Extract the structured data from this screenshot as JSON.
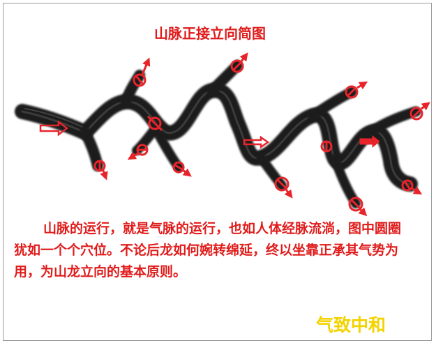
{
  "diagram": {
    "title": "山脉正接立向简图",
    "description": "山脉的运行，就是气脉的运行，也如人体经脉流淌，图中圆圈犹如一个个穴位。不论后龙如何婉转绵延，终以坐靠正承其气势为用，为山龙立向的基本原则。",
    "watermark": "气致中和",
    "colors": {
      "text": "#e01b1b",
      "ridge": "#1b1b1b",
      "marker": "#e8242b",
      "watermark": "#f2d300",
      "border": "#9a9a9a"
    }
  }
}
